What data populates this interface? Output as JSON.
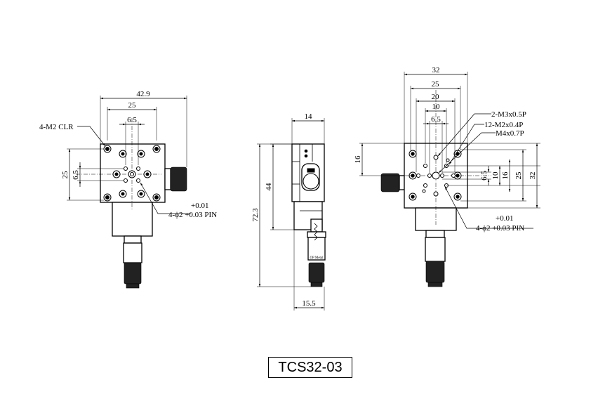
{
  "title": "TCS32-03",
  "left_view": {
    "dims": {
      "overall": "42.9",
      "hole_span": "25",
      "center_offset": "6.5",
      "vertical_span": "25",
      "vertical_center": "6.5"
    },
    "notes": {
      "clearance": "4-M2 CLR",
      "tolerance": "+0.01",
      "pin": "4-ϕ2 +0.03 PIN"
    }
  },
  "side_view": {
    "dims": {
      "width_top": "14",
      "height_44": "44",
      "height_total": "72.3",
      "width_bottom": "15.5"
    }
  },
  "right_view": {
    "dims": {
      "w32": "32",
      "w25": "25",
      "w20": "20",
      "w10": "10",
      "w65": "6.5",
      "h16_left": "16",
      "h65": "6.5",
      "h10": "10",
      "h16": "16",
      "h25": "25",
      "h32": "32"
    },
    "notes": {
      "m3": "2-M3x0.5P",
      "m2": "12-M2x0.4P",
      "m4": "M4x0.7P",
      "tolerance": "+0.01",
      "pin": "4-ϕ2 +0.03 PIN"
    }
  },
  "micrometer_label": "OP Metal"
}
